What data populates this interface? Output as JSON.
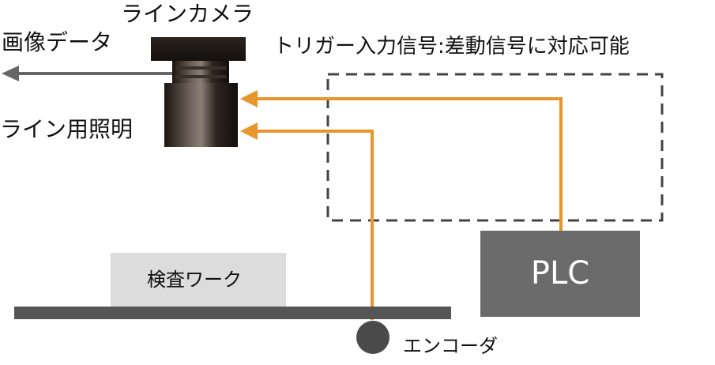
{
  "labels": {
    "line_camera": "ラインカメラ",
    "image_data": "画像データ",
    "line_lighting": "ライン用照明",
    "trigger_input": "トリガー入力信号:差動信号に対応可能",
    "workpiece": "検査ワーク",
    "plc": "PLC",
    "encoder": "エンコーダ"
  },
  "colors": {
    "signal_line": "#E8952B",
    "plc_box": "#6B6B6B",
    "workpiece_box": "#DCDCDC",
    "conveyor": "#555555",
    "encoder": "#4A4A4A",
    "dashed_frame": "#444444",
    "arrow_gray": "#666666"
  }
}
